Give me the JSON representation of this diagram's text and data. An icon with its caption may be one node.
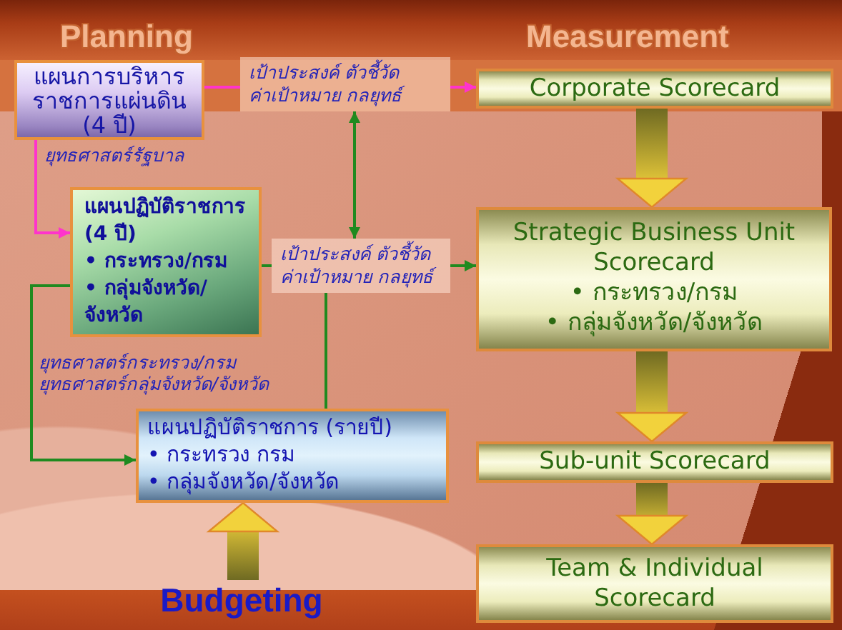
{
  "diagram": {
    "nodes": [
      {
        "text": [
          "แผนการบริหารราชการแผ่นดิน (4 ปี)"
        ]
      },
      {
        "text": [
          "เป้าประสงค์ ตัวชี้วัด ค่าเป้าหมาย กลยุทธ์"
        ]
      },
      {
        "text": [
          "Corporate Scorecard"
        ]
      },
      {
        "text": [
          "แผนปฏิบัติราชการ (4 ปี)",
          "• กระทรวง/กรม",
          "• กลุ่มจังหวัด/จังหวัด"
        ]
      },
      {
        "text": [
          "เป้าประสงค์ ตัวชี้วัด ค่าเป้าหมาย กลยุทธ์"
        ]
      },
      {
        "text": [
          "Strategic Business Unit Scorecard",
          "• กระทรวง/กรม",
          "• กลุ่มจังหวัด/จังหวัด"
        ]
      },
      {
        "text": [
          "แผนปฏิบัติราชการ (รายปี)",
          "• กระทรวง กรม",
          "• กลุ่มจังหวัด/จังหวัด"
        ]
      },
      {
        "text": [
          "Sub-unit Scorecard"
        ]
      },
      {
        "text": [
          "Team & Individual Scorecard"
        ]
      },
      {
        "text": [
          "Budgeting"
        ]
      }
    ],
    "edges": [
      {
        "from": 0,
        "to": 1,
        "arrow": "none",
        "color": "#ff33cc"
      },
      {
        "from": 1,
        "to": 2,
        "arrow": "to",
        "color": "#ff33cc"
      },
      {
        "from": 0,
        "to": 3,
        "arrow": "to",
        "color": "#ff33cc",
        "label": "ยุทธศาสตร์รัฐบาล"
      },
      {
        "from": 1,
        "to": 4,
        "arrow": "both"
      },
      {
        "from": 3,
        "to": 4,
        "arrow": "none"
      },
      {
        "from": 4,
        "to": 5,
        "arrow": "to"
      },
      {
        "from": 4,
        "to": 6,
        "arrow": "none"
      },
      {
        "from": 3,
        "to": 6,
        "arrow": "to",
        "label": "ยุทธศาสตร์กระทรวง/กรม ยุทธศาสตร์กลุ่มจังหวัด/จังหวัด"
      },
      {
        "from": 2,
        "to": 5,
        "arrow": "to",
        "style": "thick",
        "color": "#f2d23c"
      },
      {
        "from": 5,
        "to": 7,
        "arrow": "to",
        "style": "thick",
        "color": "#f2d23c"
      },
      {
        "from": 7,
        "to": 8,
        "arrow": "to",
        "style": "thick",
        "color": "#f2d23c"
      },
      {
        "from": 9,
        "to": 6,
        "arrow": "to",
        "style": "thick",
        "color": "#f2d23c"
      }
    ],
    "labels": [
      "Planning",
      "Measurement"
    ]
  }
}
